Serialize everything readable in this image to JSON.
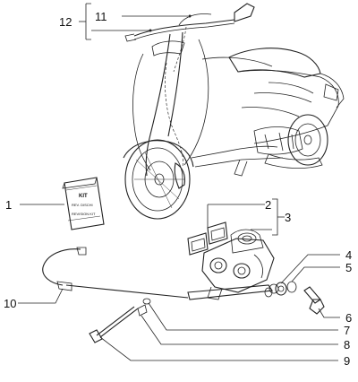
{
  "callouts": {
    "c1": "1",
    "c2": "2",
    "c3": "3",
    "c4": "4",
    "c5": "5",
    "c6": "6",
    "c7": "7",
    "c8": "8",
    "c9": "9",
    "c10": "10",
    "c11": "11",
    "c12": "12"
  },
  "kit": {
    "title": "KIT",
    "line1": "REV. DISCHI",
    "line2": "REVISION KIT"
  },
  "colors": {
    "ink": "#222222",
    "background": "#ffffff"
  }
}
